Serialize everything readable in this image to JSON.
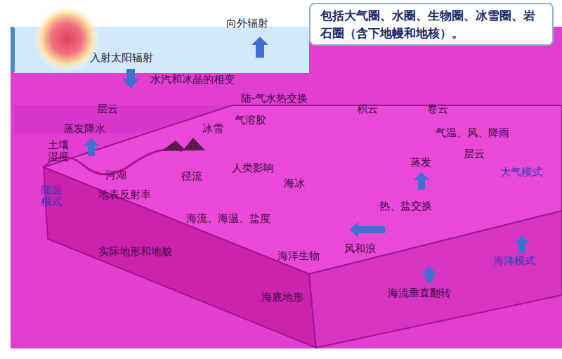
{
  "diagram": {
    "nodes": [
      {
        "text": [
          "包括大气圈、水圈、生物圈、冰雪圈、岩石圈（含下地幔和地核）。"
        ]
      }
    ],
    "labels": [
      "向外辐射",
      "入射太阳辐射",
      "水汽和冰晶的相变",
      "陆-气水热交换",
      "层云",
      "积云",
      "卷云",
      "气溶胶",
      "蒸发降水",
      "冰雪",
      "气温、风、降雨",
      "土壤湿度",
      "层云",
      "蒸发",
      "大气模式",
      "人类影响",
      "河湖",
      "径流",
      "海冰",
      "陆面模式",
      "地表反射率",
      "热、盐交换",
      "海流、海温、盐度",
      "风和浪",
      "实际地形和地貌",
      "海洋生物",
      "海洋模式",
      "海底地形",
      "海流垂直翻转"
    ]
  }
}
